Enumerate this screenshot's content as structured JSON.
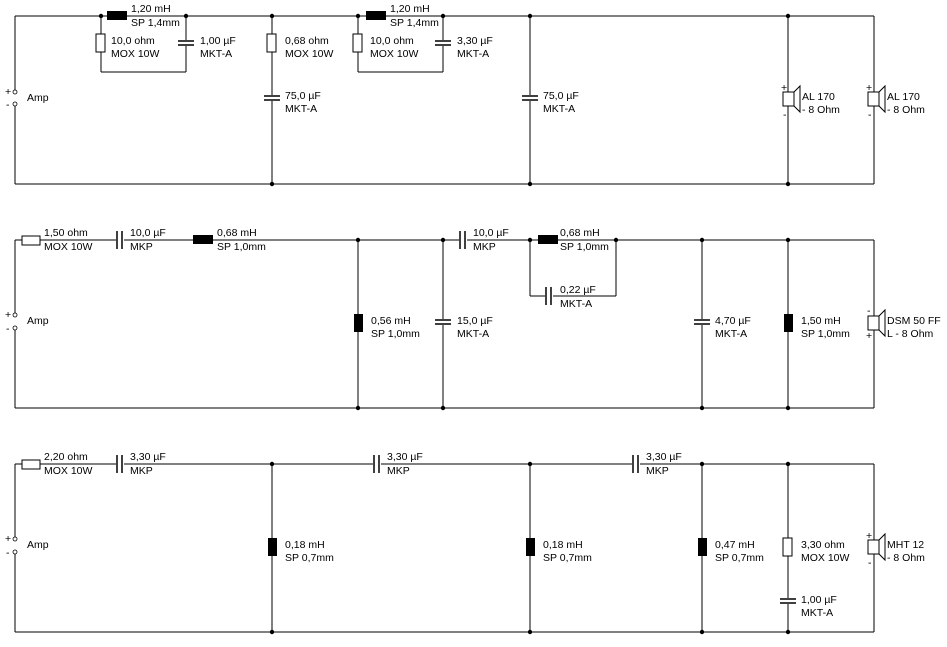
{
  "labels": {
    "amp": "Amp",
    "plus": "+",
    "minus": "-"
  },
  "row1": {
    "l1": {
      "v": "1,20 mH",
      "t": "SP 1,4mm"
    },
    "r1": {
      "v": "10,0 ohm",
      "t": "MOX 10W"
    },
    "c1": {
      "v": "1,00 µF",
      "t": "MKT-A"
    },
    "r2": {
      "v": "0,68 ohm",
      "t": "MOX 10W"
    },
    "c2": {
      "v": "75,0 µF",
      "t": "MKT-A"
    },
    "l2": {
      "v": "1,20 mH",
      "t": "SP 1,4mm"
    },
    "r3": {
      "v": "10,0 ohm",
      "t": "MOX 10W"
    },
    "c3": {
      "v": "3,30 µF",
      "t": "MKT-A"
    },
    "c4": {
      "v": "75,0 µF",
      "t": "MKT-A"
    },
    "spk1": {
      "a": "AL 170",
      "b": "- 8 Ohm"
    },
    "spk2": {
      "a": "AL 170",
      "b": "- 8 Ohm"
    }
  },
  "row2": {
    "r1": {
      "v": "1,50 ohm",
      "t": "MOX 10W"
    },
    "c1": {
      "v": "10,0 µF",
      "t": "MKP"
    },
    "l1": {
      "v": "0,68 mH",
      "t": "SP 1,0mm"
    },
    "l2": {
      "v": "0,56 mH",
      "t": "SP 1,0mm"
    },
    "c2": {
      "v": "15,0 µF",
      "t": "MKT-A"
    },
    "c3": {
      "v": "10,0 µF",
      "t": "MKP"
    },
    "l3": {
      "v": "0,68 mH",
      "t": "SP 1,0mm"
    },
    "c4": {
      "v": "0,22 µF",
      "t": "MKT-A"
    },
    "c5": {
      "v": "4,70 µF",
      "t": "MKT-A"
    },
    "l4": {
      "v": "1,50 mH",
      "t": "SP 1,0mm"
    },
    "spk": {
      "a": "DSM 50 FF",
      "b": "L - 8 Ohm"
    }
  },
  "row3": {
    "r1": {
      "v": "2,20 ohm",
      "t": "MOX 10W"
    },
    "c1": {
      "v": "3,30 µF",
      "t": "MKP"
    },
    "l1": {
      "v": "0,18 mH",
      "t": "SP 0,7mm"
    },
    "c2": {
      "v": "3,30 µF",
      "t": "MKP"
    },
    "l2": {
      "v": "0,18 mH",
      "t": "SP 0,7mm"
    },
    "c3": {
      "v": "3,30 µF",
      "t": "MKP"
    },
    "l3": {
      "v": "0,47 mH",
      "t": "SP 0,7mm"
    },
    "r2": {
      "v": "3,30 ohm",
      "t": "MOX 10W"
    },
    "c4": {
      "v": "1,00 µF",
      "t": "MKT-A"
    },
    "spk": {
      "a": "MHT 12",
      "b": "- 8 Ohm"
    }
  }
}
